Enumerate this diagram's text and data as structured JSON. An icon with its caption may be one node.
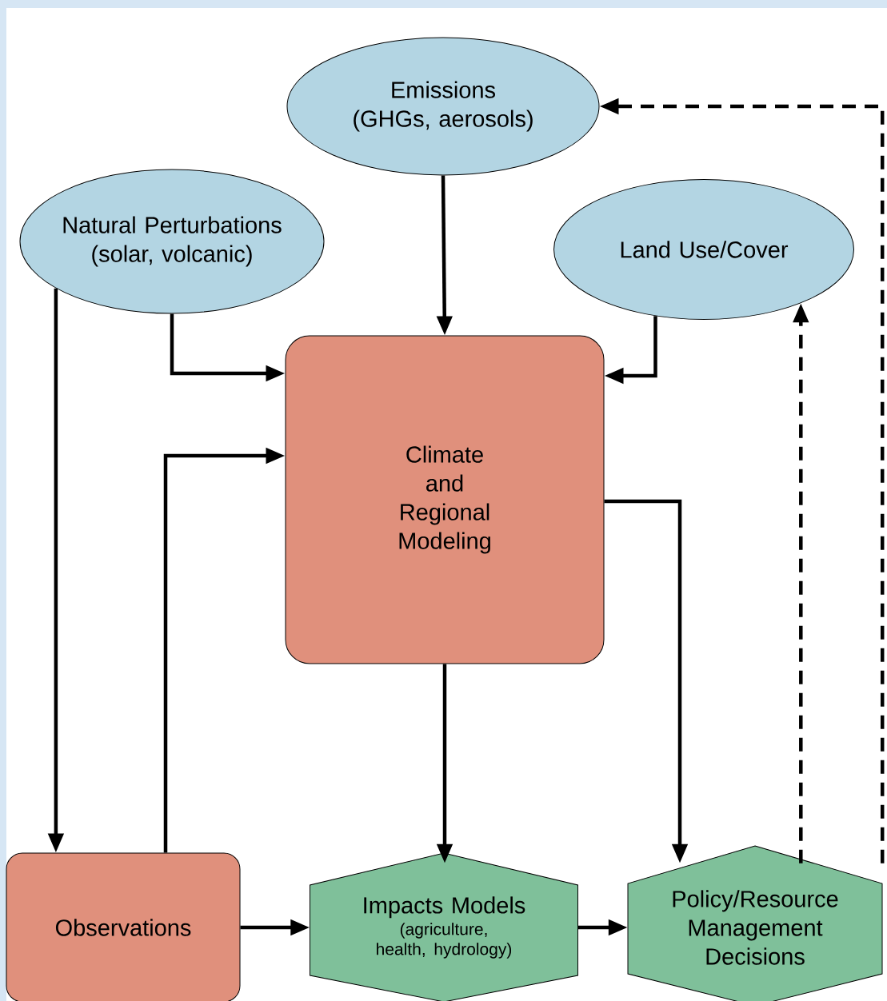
{
  "diagram": {
    "nodes": [
      {
        "text": [
          "Emissions (GHGs, aerosols)"
        ]
      },
      {
        "text": [
          "Natural Perturbations (solar, volcanic)"
        ]
      },
      {
        "text": [
          "Land Use/Cover"
        ]
      },
      {
        "text": [
          "Climate and Regional Modeling"
        ]
      },
      {
        "text": [
          "Observations"
        ]
      },
      {
        "text": [
          "Impacts Models",
          "(agriculture, health, hydrology)"
        ]
      },
      {
        "text": [
          "Policy/Resource Management Decisions"
        ]
      }
    ],
    "edges": [
      {
        "from": 0,
        "to": 3,
        "arrow": "to"
      },
      {
        "from": 1,
        "to": 3,
        "arrow": "to"
      },
      {
        "from": 2,
        "to": 3,
        "arrow": "to"
      },
      {
        "from": 1,
        "to": 4,
        "arrow": "to"
      },
      {
        "from": 4,
        "to": 3,
        "arrow": "to"
      },
      {
        "from": 3,
        "to": 5,
        "arrow": "to"
      },
      {
        "from": 3,
        "to": 6,
        "arrow": "to"
      },
      {
        "from": 4,
        "to": 5,
        "arrow": "to"
      },
      {
        "from": 5,
        "to": 6,
        "arrow": "to"
      },
      {
        "from": 6,
        "to": 2,
        "arrow": "to",
        "style": "dashed"
      },
      {
        "from": 6,
        "to": 0,
        "arrow": "to",
        "style": "dashed"
      }
    ]
  }
}
